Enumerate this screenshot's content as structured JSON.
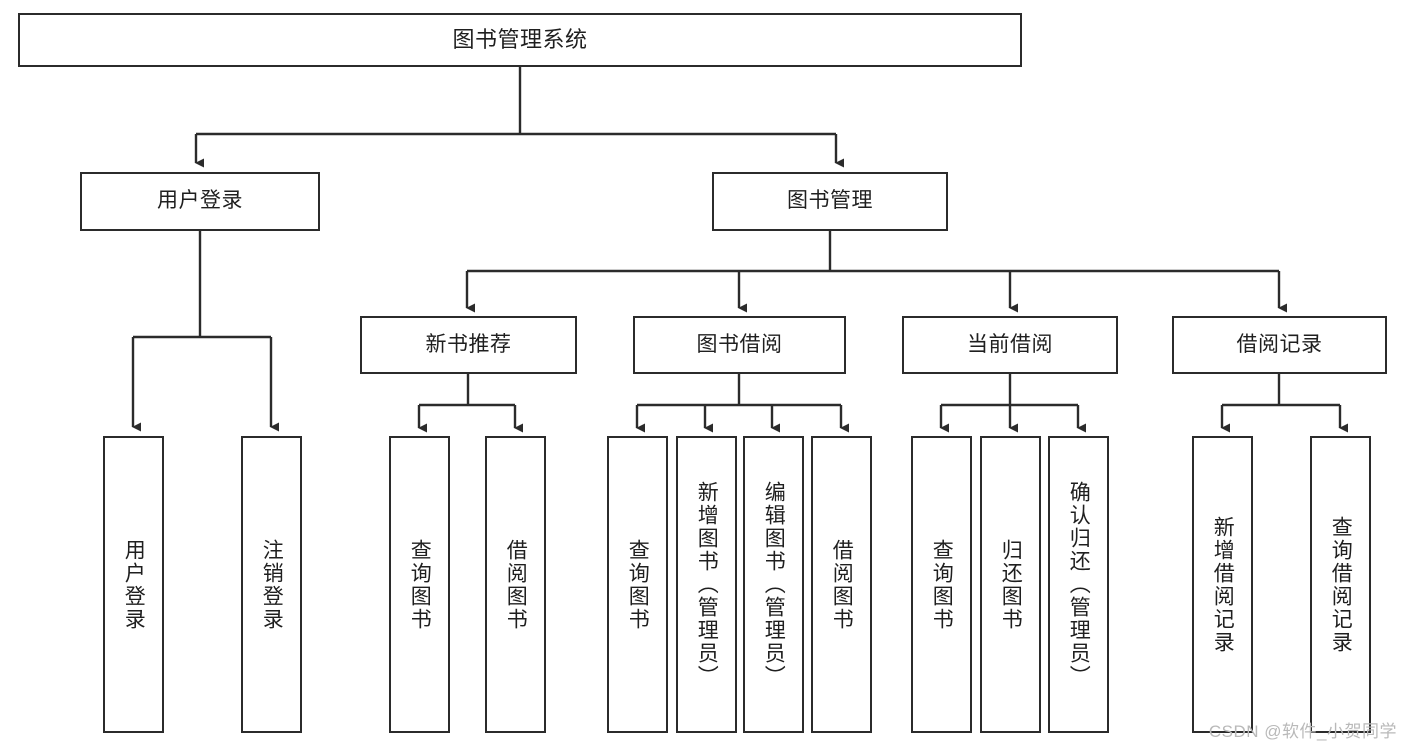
{
  "diagram": {
    "title": "图书管理系统",
    "type": "hierarchy-tree",
    "watermark": "CSDN @软件_小贺同学",
    "colors": {
      "box_border": "#2b2b2b",
      "box_fill": "#ffffff",
      "connector": "#333333",
      "text": "#1f1f1f",
      "watermark": "#b9b9b9",
      "background": "#ffffff"
    },
    "root": {
      "label": "图书管理系统"
    },
    "level2": [
      {
        "label": "用户登录"
      },
      {
        "label": "图书管理"
      }
    ],
    "level3": [
      {
        "label": "新书推荐"
      },
      {
        "label": "图书借阅"
      },
      {
        "label": "当前借阅"
      },
      {
        "label": "借阅记录"
      }
    ],
    "leaves": {
      "user_login": [
        {
          "label": "用户登录"
        },
        {
          "label": "注销登录"
        }
      ],
      "new_book": [
        {
          "label": "查询图书"
        },
        {
          "label": "借阅图书"
        }
      ],
      "book_borrow": [
        {
          "label": "查询图书"
        },
        {
          "label": "新增图书（管理员）"
        },
        {
          "label": "编辑图书（管理员）"
        },
        {
          "label": "借阅图书"
        }
      ],
      "current_borrow": [
        {
          "label": "查询图书"
        },
        {
          "label": "归还图书"
        },
        {
          "label": "确认归还（管理员）"
        }
      ],
      "borrow_record": [
        {
          "label": "新增借阅记录"
        },
        {
          "label": "查询借阅记录"
        }
      ]
    }
  }
}
